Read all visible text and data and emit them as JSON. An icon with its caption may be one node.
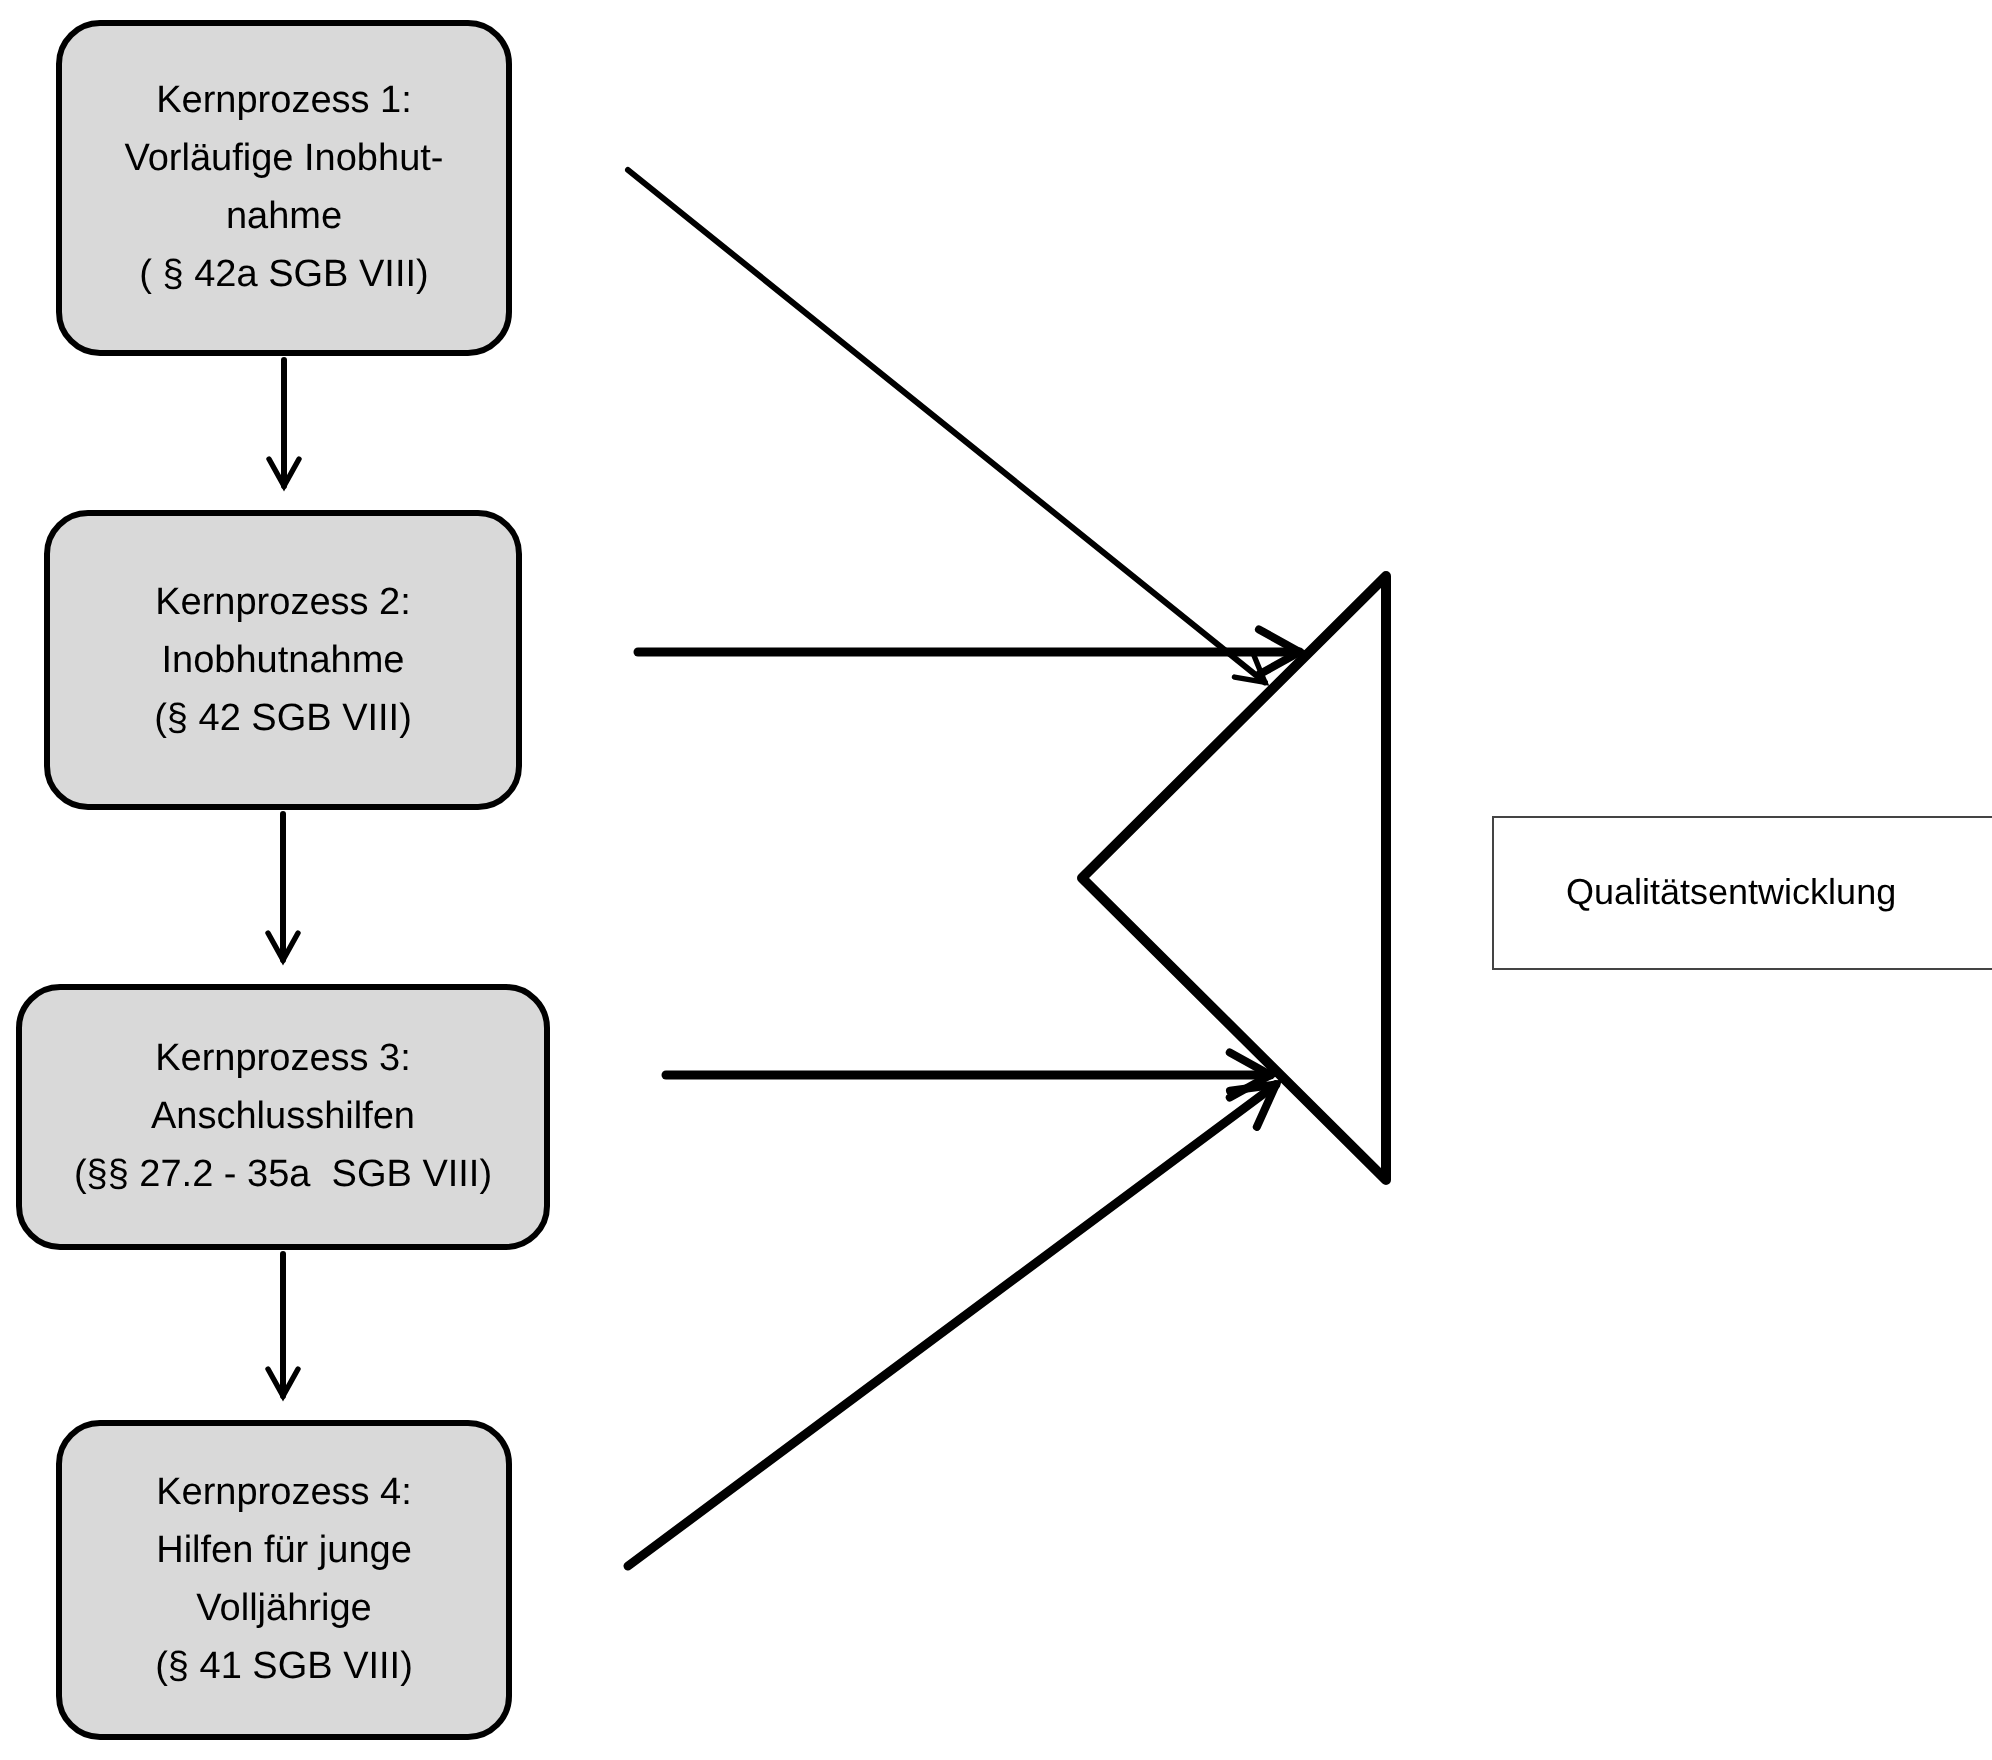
{
  "diagram": {
    "nodes": [
      {
        "text": [
          "Kernprozess 1:",
          "Vorläufige Inobhut- nahme",
          "( § 42a SGB VIII)"
        ]
      },
      {
        "text": [
          "Kernprozess 2:",
          "Inobhutnahme",
          "(§ 42 SGB VIII)"
        ]
      },
      {
        "text": [
          "Kernprozess 3:",
          "Anschlusshilfen",
          "(§§ 27.2 - 35a  SGB VIII)"
        ]
      },
      {
        "text": [
          "Kernprozess 4:",
          "Hilfen für junge Volljährige",
          "(§ 41 SGB VIII)"
        ]
      },
      {
        "text": [],
        "shape": "triangle"
      },
      {
        "text": [
          "Qualitätsentwicklung"
        ]
      }
    ],
    "edges": [
      {
        "from": 0,
        "to": 1,
        "arrow": "to"
      },
      {
        "from": 1,
        "to": 2,
        "arrow": "to"
      },
      {
        "from": 2,
        "to": 3,
        "arrow": "to"
      },
      {
        "from": 0,
        "to": 4,
        "arrow": "to"
      },
      {
        "from": 1,
        "to": 4,
        "arrow": "to"
      },
      {
        "from": 2,
        "to": 4,
        "arrow": "to"
      },
      {
        "from": 3,
        "to": 4,
        "arrow": "to"
      }
    ]
  }
}
